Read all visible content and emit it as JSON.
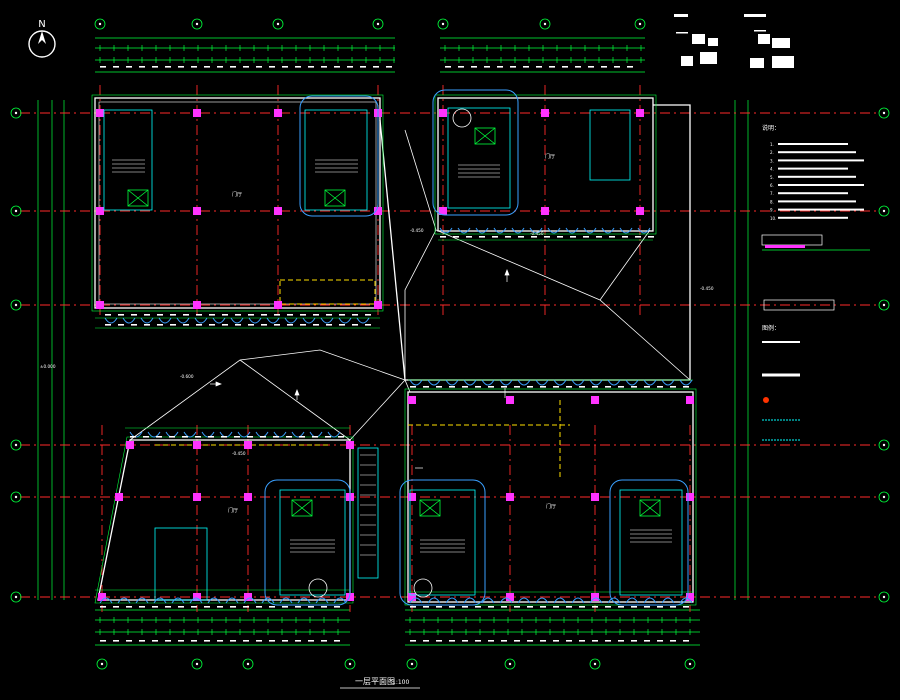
{
  "compass": {
    "label": "N"
  },
  "colors": {
    "background": "#000000",
    "grid": "#00ff3c",
    "axis": "#ff2a2a",
    "wall": "#ffffff",
    "column": "#ff33ff",
    "window": "#3aa0ff",
    "stair": "#00ffff",
    "text": "#ffffff",
    "dim": "#00ff3c",
    "yellow": "#ffe000",
    "notes_title": "#ffffff"
  },
  "drawing": {
    "title": "一层平面图",
    "scale": "1:100"
  },
  "notes": {
    "heading": "说明：",
    "items": [
      "1.",
      "2.",
      "3.",
      "4.",
      "5.",
      "6.",
      "7.",
      "8.",
      "9.",
      "10."
    ]
  },
  "legend": {
    "heading": "图例："
  },
  "rooms": [
    {
      "label": "门厅"
    },
    {
      "label": "门厅"
    },
    {
      "label": "门厅"
    },
    {
      "label": "门厅"
    }
  ],
  "elev": [
    "±0.000",
    "-0.450",
    "-0.450",
    "-0.450",
    "-0.600",
    "-0.450"
  ]
}
